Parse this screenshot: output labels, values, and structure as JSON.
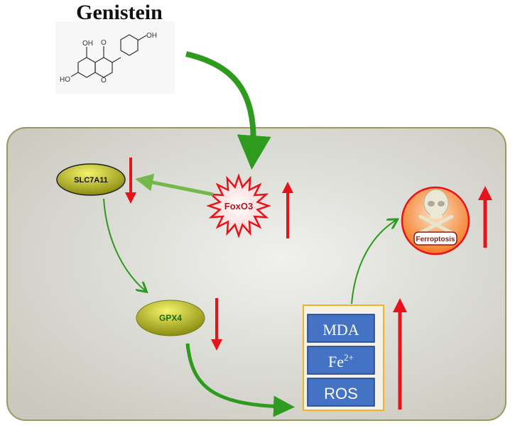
{
  "title": "Genistein",
  "molecule": {
    "labels": [
      "OH",
      "O",
      "OH",
      "HO",
      "O"
    ]
  },
  "nodes": {
    "foxo3": "FoxO3",
    "slc7a11": "SLC7A11",
    "gpx4": "GPX4",
    "ferroptosis": "Ferroptosis"
  },
  "markers": {
    "mda": "MDA",
    "fe": "Fe",
    "fe_sup": "2+",
    "ros": "ROS"
  },
  "regulation": {
    "foxo3": "up",
    "slc7a11": "down",
    "gpx4": "down",
    "markers": "up",
    "ferroptosis": "up"
  },
  "colors": {
    "arrow_green": "#2e9a1e",
    "regulation_red": "#e8121a",
    "marker_blue": "#4472c4",
    "marker_border": "#f0b323",
    "ferroptosis_orange": "#f5883a"
  }
}
